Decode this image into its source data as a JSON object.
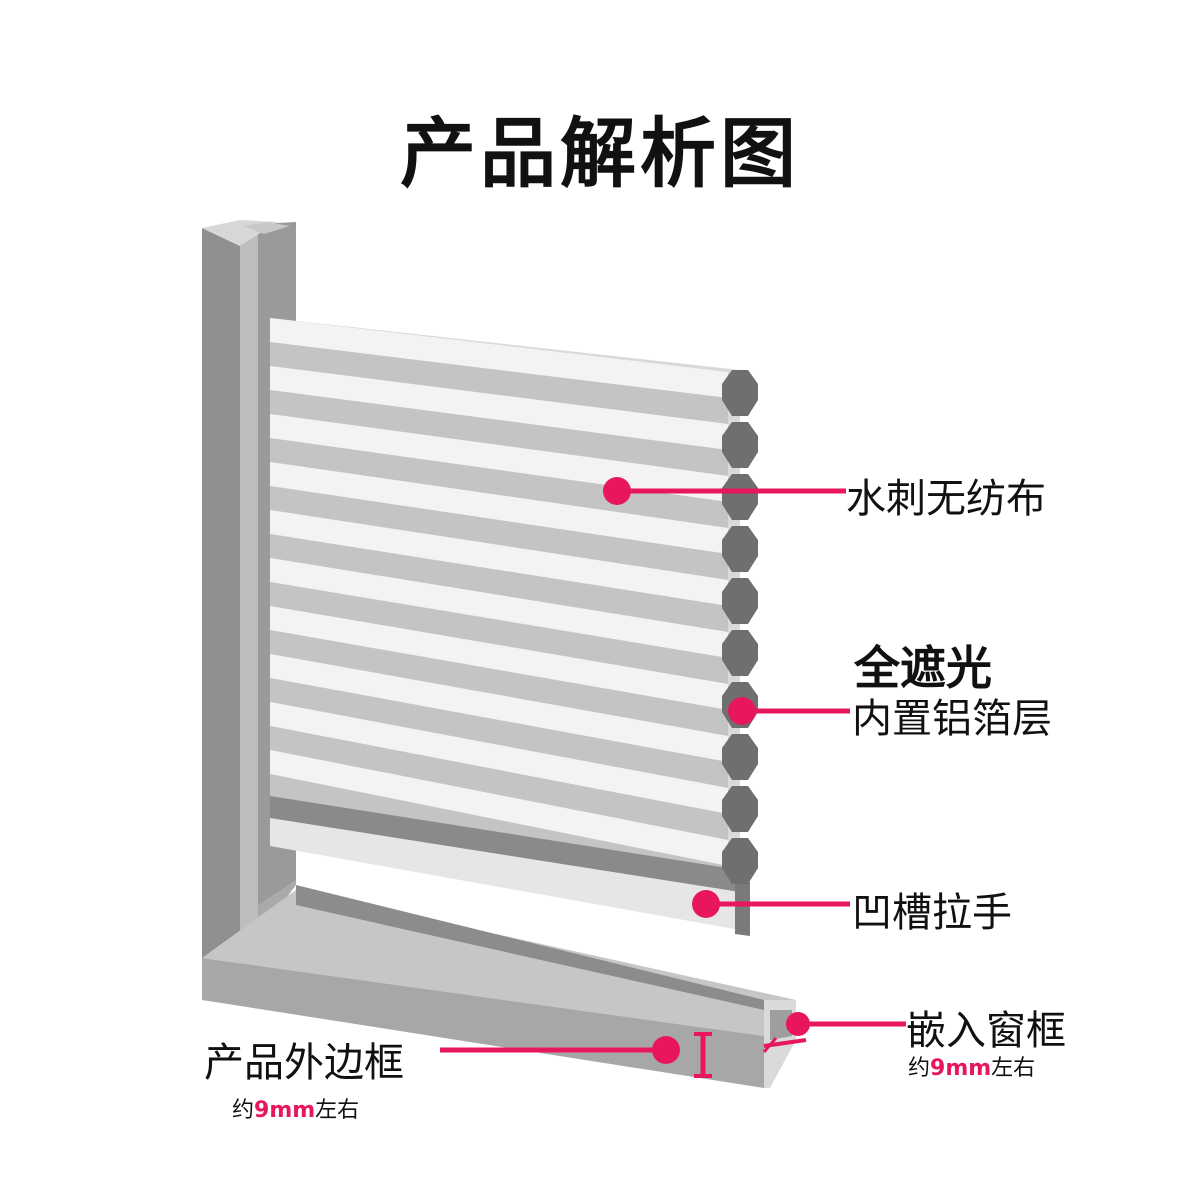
{
  "title": "产品解析图",
  "accent_color": "#e8175d",
  "callouts": {
    "fabric": "水刺无纺布",
    "blackout_title": "全遮光",
    "blackout_sub": "内置铝箔层",
    "handle": "凹槽拉手",
    "embed": "嵌入窗框",
    "embed_note": {
      "prefix": "约",
      "value": "9mm",
      "suffix": "左右"
    },
    "frame": "产品外边框",
    "frame_note": {
      "prefix": "约",
      "value": "9mm",
      "suffix": "左右"
    }
  }
}
